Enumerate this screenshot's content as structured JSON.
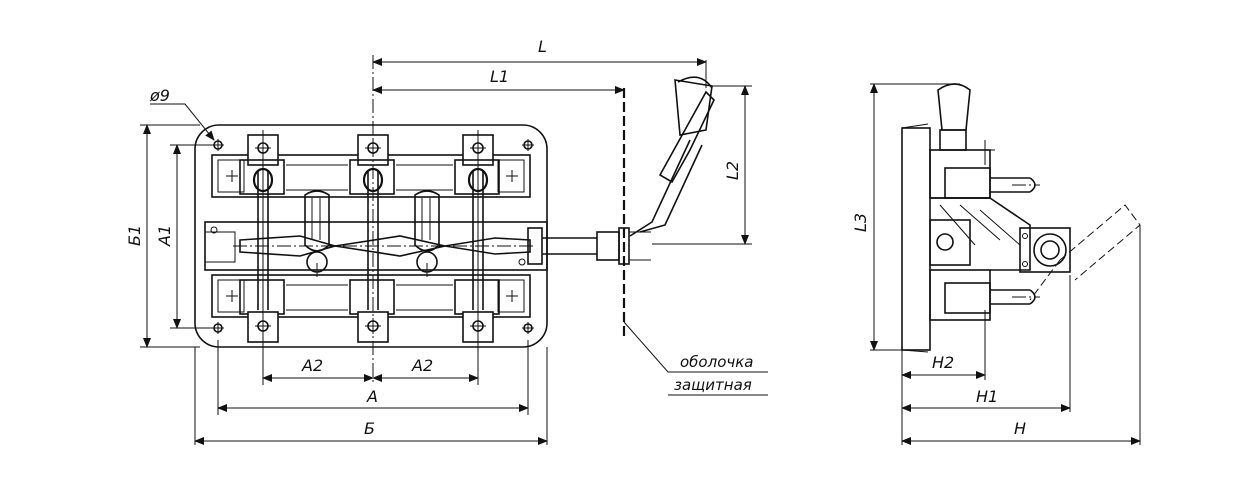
{
  "dimensions": {
    "L": "L",
    "L1": "L1",
    "L2": "L2",
    "L3": "L3",
    "A": "A",
    "A1": "A1",
    "A2_left": "A2",
    "A2_right": "A2",
    "B": "Б",
    "B1": "Б1",
    "H": "H",
    "H1": "H1",
    "H2": "H2",
    "hole": "ø9"
  },
  "callout": {
    "line1": "оболочка",
    "line2": "защитная"
  }
}
